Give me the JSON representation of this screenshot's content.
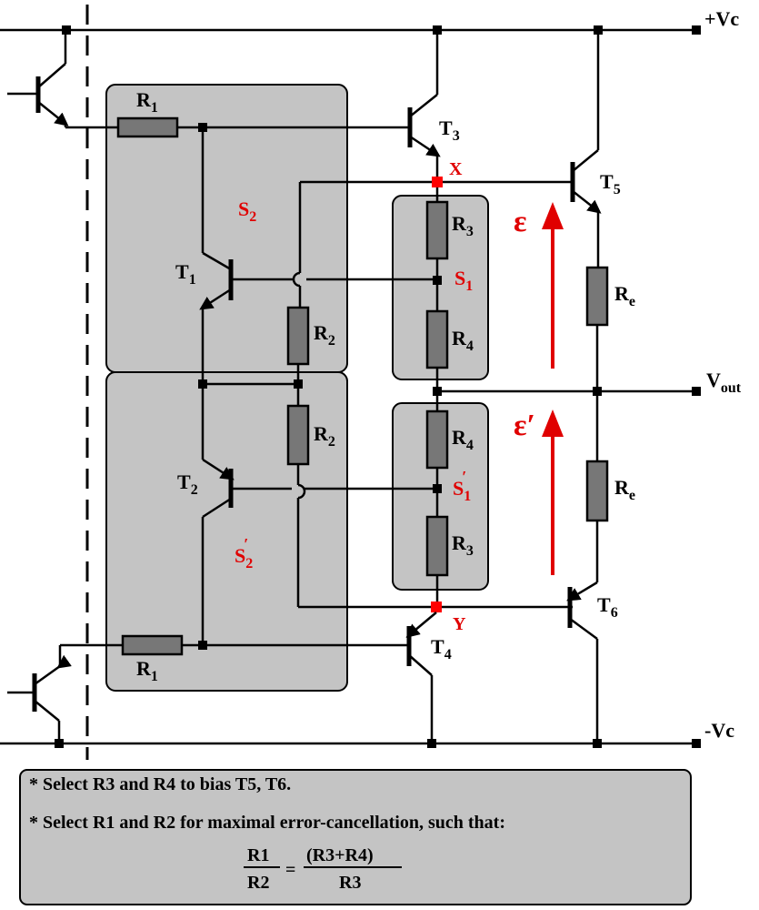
{
  "rails": {
    "positive": "+Vc",
    "negative": "-Vc",
    "output": "V",
    "output_sub": "out"
  },
  "transistors": {
    "T1": {
      "main": "T",
      "sub": "1"
    },
    "T2": {
      "main": "T",
      "sub": "2"
    },
    "T3": {
      "main": "T",
      "sub": "3"
    },
    "T4": {
      "main": "T",
      "sub": "4"
    },
    "T5": {
      "main": "T",
      "sub": "5"
    },
    "T6": {
      "main": "T",
      "sub": "6"
    }
  },
  "resistors": {
    "R1_top": {
      "main": "R",
      "sub": "1"
    },
    "R1_bottom": {
      "main": "R",
      "sub": "1"
    },
    "R2_top": {
      "main": "R",
      "sub": "2"
    },
    "R2_bottom": {
      "main": "R",
      "sub": "2"
    },
    "R3_top": {
      "main": "R",
      "sub": "3"
    },
    "R4_top": {
      "main": "R",
      "sub": "4"
    },
    "R4_bottom": {
      "main": "R",
      "sub": "4"
    },
    "R3_bottom": {
      "main": "R",
      "sub": "3"
    },
    "Re_top": {
      "main": "R",
      "sub": "e"
    },
    "Re_bottom": {
      "main": "R",
      "sub": "e"
    }
  },
  "nodes": {
    "X": "X",
    "Y": "Y",
    "S1": {
      "main": "S",
      "sub": "1"
    },
    "S1p": {
      "main": "S",
      "sub": "1",
      "prime": "′"
    },
    "S2": {
      "main": "S",
      "sub": "2"
    },
    "S2p": {
      "main": "S",
      "sub": "2",
      "prime": "′"
    }
  },
  "errors": {
    "epsilon": "ε",
    "epsilon_prime": "ε′"
  },
  "notes": {
    "line1": "* Select R3 and R4 to bias T5, T6.",
    "line2": "* Select R1 and R2 for maximal error-cancellation, such that:",
    "fraction_left_num": "R1",
    "fraction_left_den": "R2",
    "equals": "=",
    "fraction_right_num": "(R3+R4)",
    "fraction_right_den": "R3"
  },
  "colors": {
    "accent_red": "#e00000",
    "box_gray": "#c4c4c4",
    "resistor_gray": "#777777"
  }
}
